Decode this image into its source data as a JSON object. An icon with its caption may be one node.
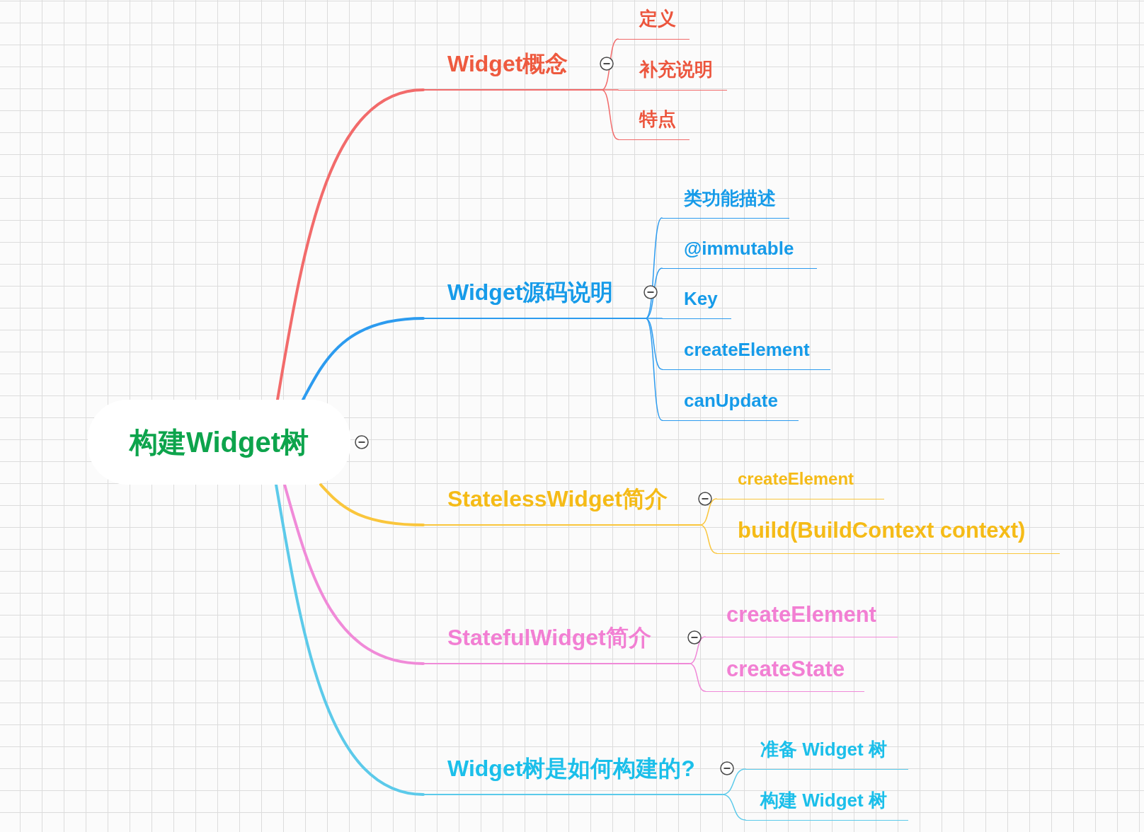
{
  "diagram": {
    "nodes": [
      {
        "text": [
          "构建Widget树"
        ]
      },
      {
        "text": [
          "Widget概念"
        ]
      },
      {
        "text": [
          "定义"
        ]
      },
      {
        "text": [
          "补充说明"
        ]
      },
      {
        "text": [
          "特点"
        ]
      },
      {
        "text": [
          "Widget源码说明"
        ]
      },
      {
        "text": [
          "类功能描述"
        ]
      },
      {
        "text": [
          "@immutable"
        ]
      },
      {
        "text": [
          "Key"
        ]
      },
      {
        "text": [
          "createElement"
        ]
      },
      {
        "text": [
          "canUpdate"
        ]
      },
      {
        "text": [
          "StatelessWidget简介"
        ]
      },
      {
        "text": [
          "createElement"
        ]
      },
      {
        "text": [
          "build(BuildContext context)"
        ]
      },
      {
        "text": [
          "StatefulWidget简介"
        ]
      },
      {
        "text": [
          "createElement"
        ]
      },
      {
        "text": [
          "createState"
        ]
      },
      {
        "text": [
          "Widget树是如何构建的?"
        ]
      },
      {
        "text": [
          "准备 Widget 树"
        ]
      },
      {
        "text": [
          "构建 Widget 树"
        ]
      }
    ],
    "edges": [
      {
        "from": 0,
        "to": 1,
        "arrow": "none",
        "style": "thick",
        "color": "#f26b6b"
      },
      {
        "from": 1,
        "to": 2,
        "arrow": "none",
        "color": "#f26b6b"
      },
      {
        "from": 1,
        "to": 3,
        "arrow": "none",
        "color": "#f26b6b"
      },
      {
        "from": 1,
        "to": 4,
        "arrow": "none",
        "color": "#f26b6b"
      },
      {
        "from": 0,
        "to": 5,
        "arrow": "none",
        "style": "thick"
      },
      {
        "from": 5,
        "to": 6,
        "arrow": "none"
      },
      {
        "from": 5,
        "to": 7,
        "arrow": "none"
      },
      {
        "from": 5,
        "to": 8,
        "arrow": "none"
      },
      {
        "from": 5,
        "to": 9,
        "arrow": "none"
      },
      {
        "from": 5,
        "to": 10,
        "arrow": "none"
      },
      {
        "from": 0,
        "to": 11,
        "arrow": "none",
        "style": "thick",
        "color": "#fac63c"
      },
      {
        "from": 11,
        "to": 12,
        "arrow": "none",
        "color": "#fac63c"
      },
      {
        "from": 11,
        "to": 13,
        "arrow": "none",
        "color": "#fac63c"
      },
      {
        "from": 0,
        "to": 14,
        "arrow": "none",
        "style": "thick",
        "color": "#f08ad8"
      },
      {
        "from": 14,
        "to": 15,
        "arrow": "none",
        "color": "#f08ad8"
      },
      {
        "from": 14,
        "to": 16,
        "arrow": "none",
        "color": "#f08ad8"
      },
      {
        "from": 0,
        "to": 17,
        "arrow": "none",
        "style": "thick",
        "color": "#5ccaea"
      },
      {
        "from": 17,
        "to": 18,
        "arrow": "none",
        "color": "#5ccaea"
      },
      {
        "from": 17,
        "to": 19,
        "arrow": "none",
        "color": "#5ccaea"
      }
    ]
  }
}
